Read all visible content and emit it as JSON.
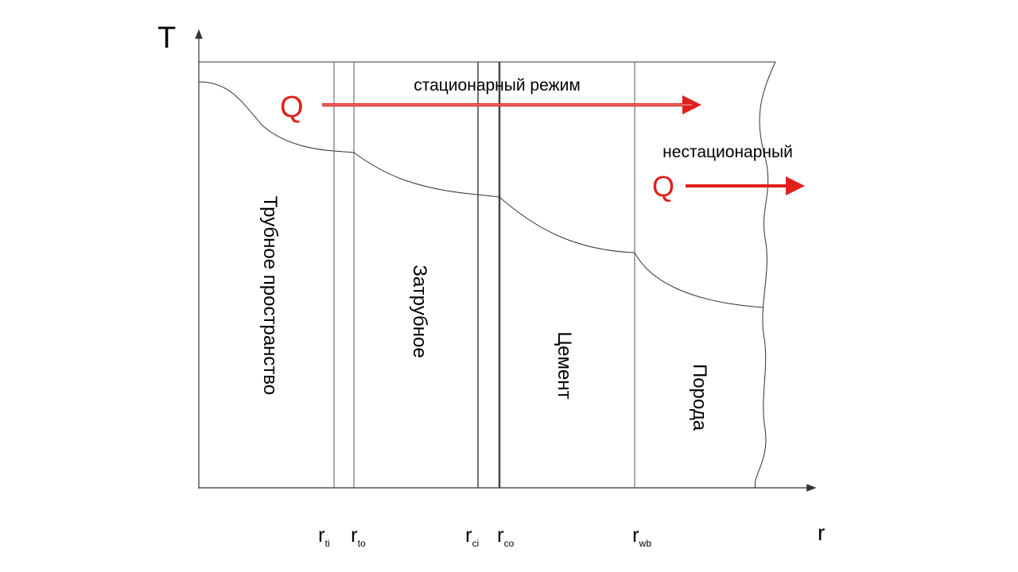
{
  "axes": {
    "y_label": "T",
    "x_label": "r"
  },
  "radii": [
    {
      "main": "r",
      "sub": "ti"
    },
    {
      "main": "r",
      "sub": "to"
    },
    {
      "main": "r",
      "sub": "ci"
    },
    {
      "main": "r",
      "sub": "co"
    },
    {
      "main": "r",
      "sub": "wb"
    }
  ],
  "zones": [
    "Трубное пространство",
    "Затрубное",
    "Цемент",
    "Порода"
  ],
  "steady": {
    "q": "Q",
    "label": "стационарный режим"
  },
  "unsteady": {
    "q": "Q",
    "label": "нестационарный"
  },
  "colors": {
    "flux": "#e0201b",
    "line": "#333333"
  }
}
